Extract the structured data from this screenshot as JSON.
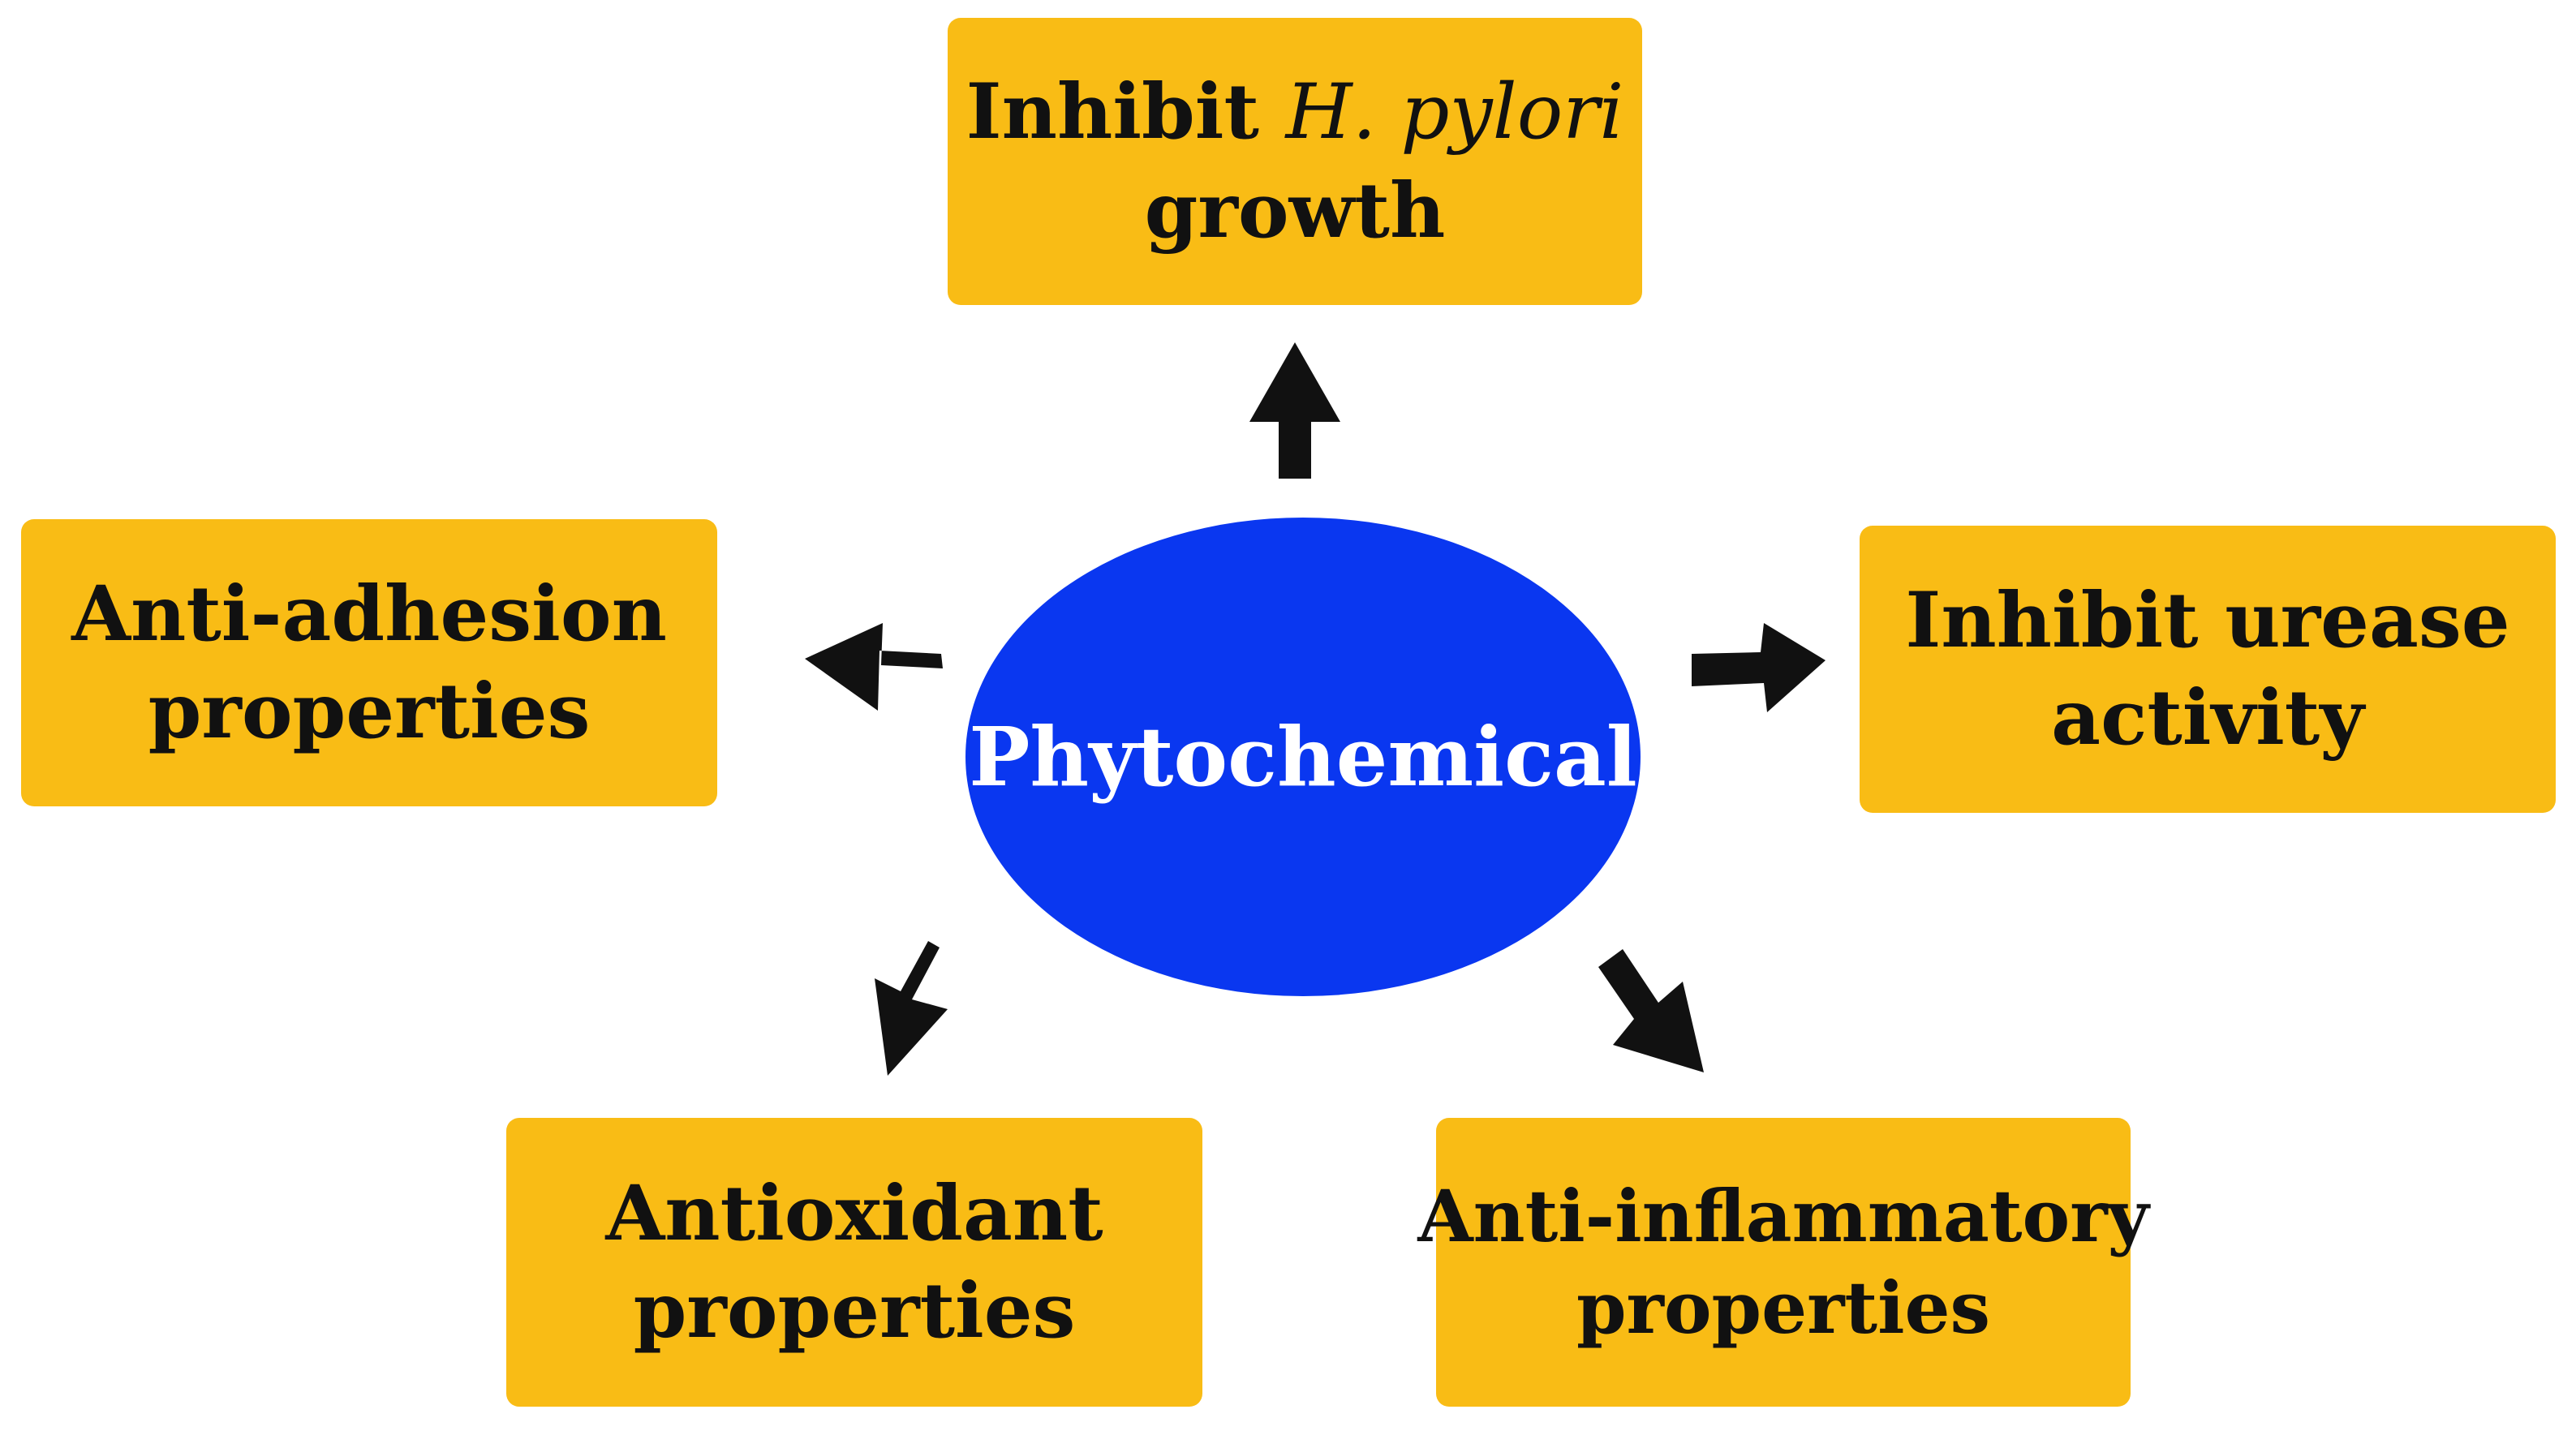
{
  "colors": {
    "box_fill": "#F9BC15",
    "hub_fill": "#0A37F0",
    "arrow": "#111111"
  },
  "hub": {
    "label": "Phytochemical"
  },
  "boxes": {
    "top": {
      "line1_bold": "Inhibit",
      "line1_italic": "H. pylori",
      "line2": "growth"
    },
    "left": {
      "line1": "Anti-adhesion",
      "line2": "properties"
    },
    "right": {
      "line1": "Inhibit urease",
      "line2": "activity"
    },
    "bottom_left": {
      "line1": "Antioxidant",
      "line2": "properties"
    },
    "bottom_right": {
      "line1": "Anti-inflammatory",
      "line2": "properties"
    }
  }
}
